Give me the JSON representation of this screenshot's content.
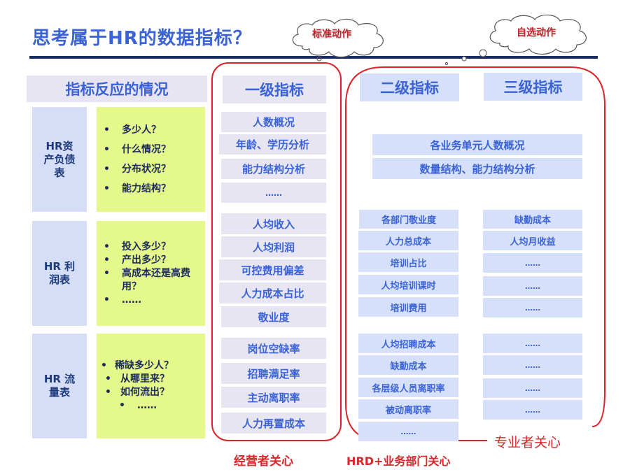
{
  "header": {
    "title": "思考属于HR的数据指标？",
    "cloud_standard": "标准动作",
    "cloud_optional": "自选动作"
  },
  "colors": {
    "title_blue": "#3a63d8",
    "rule_navy": "#1a2f66",
    "accent_red": "#d9262a",
    "lilac_cell": "#e8e5f2",
    "blue_cell": "#d6e0fb",
    "green_box": "#e5f88c"
  },
  "reflection": {
    "header": "指标反应的情况",
    "sections": [
      {
        "label": "HR资\n产负债\n表",
        "bullet": "•",
        "questions": [
          "多少人？",
          "什么情况？",
          "分布状况？",
          "能力结构？"
        ]
      },
      {
        "label": "HR 利\n润表",
        "bullet": "•",
        "questions": [
          "投入多少？",
          "产出多少？",
          "高成本还是高费用？",
          "……"
        ]
      },
      {
        "label": "HR 流\n量表",
        "bullet": "•",
        "questions": [
          "稀缺多少人？",
          "从哪里来？",
          "如何流出？",
          "……"
        ]
      }
    ]
  },
  "level1": {
    "header": "一级指标",
    "group1": [
      "人数概况",
      "年龄、学历分析",
      "能力结构分析",
      "……"
    ],
    "group2": [
      "人均收入",
      "人均利润",
      "可控费用偏差",
      "人力成本占比",
      "敬业度"
    ],
    "group3": [
      "岗位空缺率",
      "招聘满足率",
      "主动离职率",
      "人力再置成本"
    ],
    "caption": "经营者关心"
  },
  "level2": {
    "header": "二级指标",
    "wide": [
      "各业务单元人数概况",
      "数量结构、能力结构分析"
    ],
    "group2": [
      "各部门敬业度",
      "人力总成本",
      "培训占比",
      "人均培训课时",
      "培训费用"
    ],
    "group3": [
      "人均招聘成本",
      "缺勤成本",
      "各层级人员离职率",
      "被动离职率",
      "……"
    ],
    "caption": "HRD+业务部门关心"
  },
  "level3": {
    "header": "三级指标",
    "group2": [
      "缺勤成本",
      "人均月收益",
      "……",
      "……",
      "……"
    ],
    "group3": [
      "……",
      "……",
      "……",
      "……"
    ],
    "caption": "专业者关心"
  }
}
